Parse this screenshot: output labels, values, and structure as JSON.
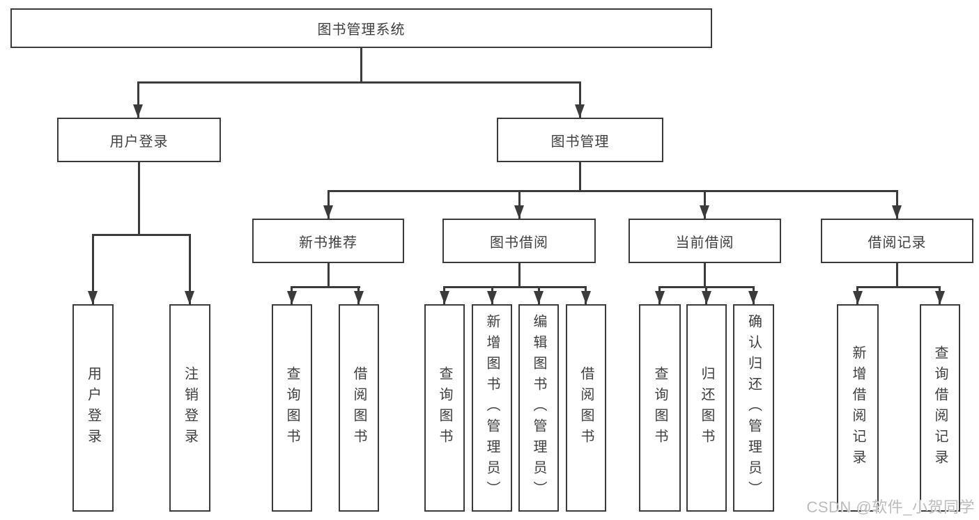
{
  "nodes": {
    "root": "图书管理系统",
    "user_login": "用户登录",
    "book_mgmt": "图书管理",
    "new_book_rec": "新书推荐",
    "book_borrow": "图书借阅",
    "current_borrow": "当前借阅",
    "borrow_records": "借阅记录",
    "ul_user_login": "用户登录",
    "ul_logout": "注销登录",
    "nb_query_book": "查询图书",
    "nb_borrow_book": "借阅图书",
    "bb_query_book": "查询图书",
    "bb_add_book": "新增图书（管理员）",
    "bb_edit_book": "编辑图书（管理员）",
    "bb_borrow_book": "借阅图书",
    "cb_query_book": "查询图书",
    "cb_return_book": "归还图书",
    "cb_confirm_return": "确认归还（管理员）",
    "br_add_record": "新增借阅记录",
    "br_query_record": "查询借阅记录"
  },
  "watermark": "CSDN @软件_小贺同学",
  "colors": {
    "line": "#3b3b3b",
    "text": "#3f3f3f",
    "watermark": "#bcbcbc",
    "background": "#ffffff"
  }
}
